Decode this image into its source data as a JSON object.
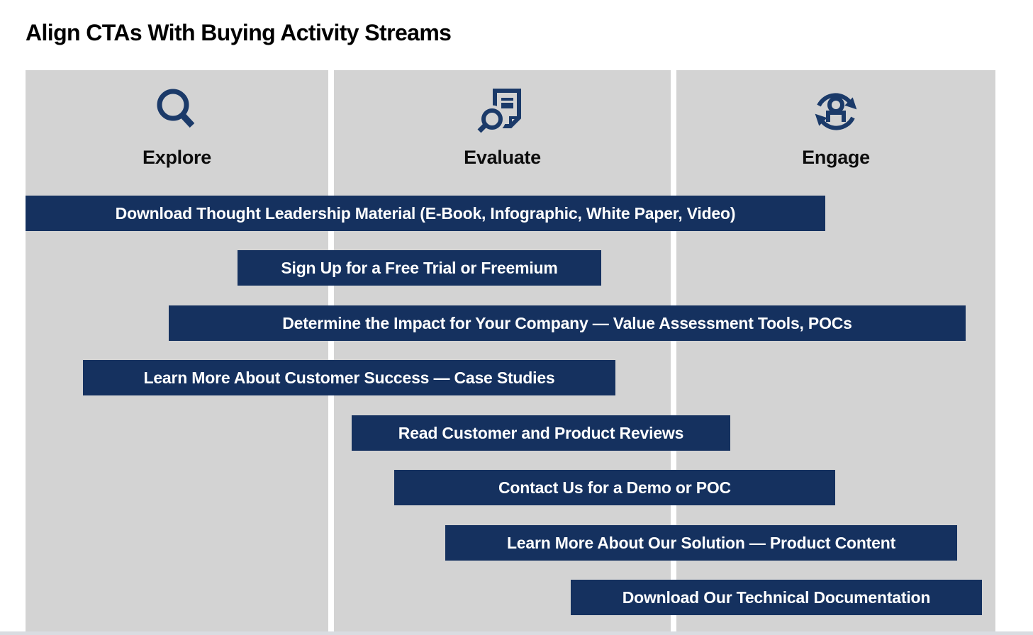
{
  "title": "Align CTAs With Buying Activity Streams",
  "colors": {
    "bar_navy": "#15315f",
    "icon_navy": "#1b3a69",
    "column_gray": "#d3d3d3",
    "bar_text": "#ffffff",
    "title_text": "#000000"
  },
  "columns": [
    {
      "label": "Explore",
      "icon": "magnifier-icon"
    },
    {
      "label": "Evaluate",
      "icon": "document-review-icon"
    },
    {
      "label": "Engage",
      "icon": "person-cycle-icon"
    }
  ],
  "bars": [
    {
      "label": "Download Thought Leadership Material (E-Book, Infographic, White Paper, Video)"
    },
    {
      "label": "Sign Up for a Free Trial or Freemium"
    },
    {
      "label": "Determine the Impact for Your Company — Value Assessment Tools, POCs"
    },
    {
      "label": "Learn More About Customer Success — Case Studies"
    },
    {
      "label": "Read Customer and Product Reviews"
    },
    {
      "label": "Contact Us for a Demo or POC"
    },
    {
      "label": "Learn More About Our Solution — Product Content"
    },
    {
      "label": "Download Our Technical Documentation"
    }
  ]
}
